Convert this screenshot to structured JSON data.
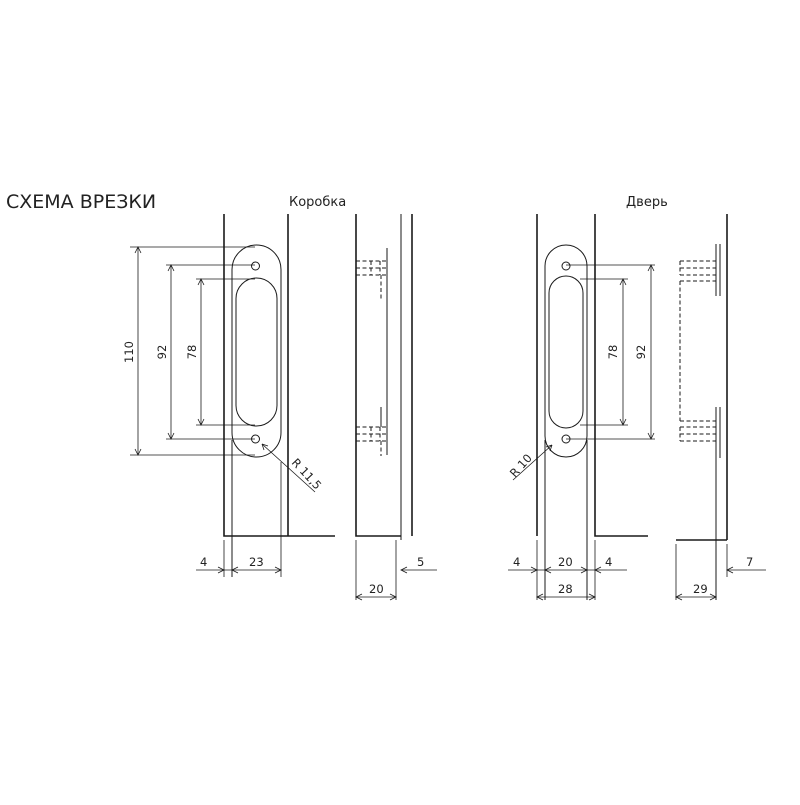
{
  "title": "СХЕМА ВРЕЗКИ",
  "views": {
    "frame": {
      "label": "Коробка"
    },
    "door": {
      "label": "Дверь"
    }
  },
  "dimensions": {
    "frame_110": "110",
    "frame_92": "92",
    "frame_78": "78",
    "frame_radius": "R 11,5",
    "frame_4": "4",
    "frame_23": "23",
    "frame_side_20": "20",
    "frame_side_5": "5",
    "door_78": "78",
    "door_92": "92",
    "door_radius": "R 10",
    "door_4_left": "4",
    "door_20": "20",
    "door_4_right": "4",
    "door_28": "28",
    "door_side_29": "29",
    "door_side_7": "7"
  }
}
